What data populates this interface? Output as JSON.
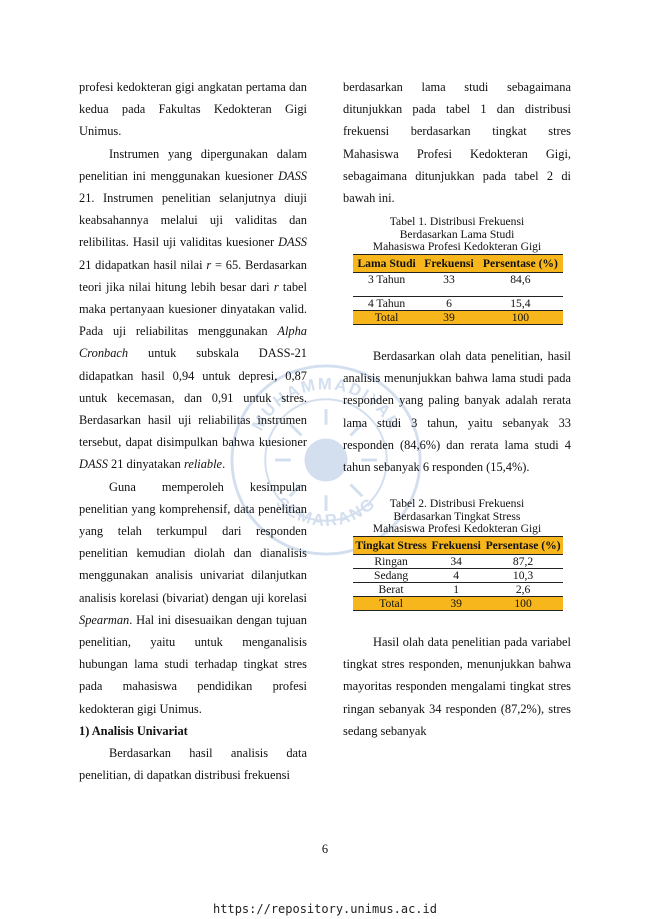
{
  "left_column": {
    "p1": "profesi kedokteran gigi angkatan pertama dan kedua pada Fakultas Kedokteran Gigi Unimus.",
    "p2": {
      "t1": "Instrumen yang dipergunakan dalam penelitian ini menggunakan kuesioner ",
      "i1": "DASS",
      "t2": " 21. Instrumen penelitian selanjutnya diuji keabsahannya melalui uji validitas dan relibilitas. Hasil uji validitas kuesioner ",
      "i2": "DASS",
      "t3": " 21 didapatkan hasil nilai ",
      "i3": "r",
      "t4": " = 65. Berdasarkan teori jika nilai hitung lebih besar dari ",
      "i4": "r",
      "t5": " tabel maka pertanyaan kuesioner dinyatakan valid. Pada uji reliabilitas menggunakan ",
      "i5": "Alpha Cronbach",
      "t6": " untuk subskala DASS-21 didapatkan hasil 0,94 untuk depresi, 0,87 untuk kecemasan, dan 0,91 untuk stres. Berdasarkan hasil uji reliabilitas instrumen tersebut, dapat disimpulkan bahwa kuesioner ",
      "i6": "DASS",
      "t7": " 21 dinyatakan ",
      "i7": "reliable",
      "t8": "."
    },
    "p3": {
      "t1": "Guna memperoleh kesimpulan penelitian yang komprehensif, data penelitian yang telah terkumpul dari responden penelitian kemudian diolah dan dianalisis menggunakan analisis univariat dilanjutkan analisis korelasi (bivariat) dengan uji korelasi ",
      "i1": "Spearman",
      "t2": ". Hal ini disesuaikan dengan tujuan penelitian, yaitu untuk menganalisis hubungan lama studi terhadap tingkat stres pada mahasiswa pendidikan profesi kedokteran gigi Unimus."
    },
    "heading": "1) Analisis Univariat",
    "p4": "Berdasarkan hasil analisis data penelitian, di dapatkan distribusi frekuensi"
  },
  "right_column": {
    "p1": "berdasarkan lama studi sebagaimana ditunjukkan pada tabel 1 dan distribusi frekuensi berdasarkan tingkat stres Mahasiswa Profesi Kedokteran Gigi, sebagaimana ditunjukkan pada tabel 2 di bawah ini.",
    "table1": {
      "caption": [
        "Tabel 1. Distribusi Frekuensi",
        "Berdasarkan Lama Studi",
        "Mahasiswa Profesi Kedokteran Gigi"
      ],
      "headers": [
        "Lama Studi",
        "Frekuensi",
        "Persentase (%)"
      ],
      "rows": [
        [
          "3 Tahun",
          "33",
          "84,6"
        ],
        [
          "4 Tahun",
          "6",
          "15,4"
        ]
      ],
      "total": [
        "Total",
        "39",
        "100"
      ]
    },
    "p2": "Berdasarkan olah data penelitian, hasil analisis menunjukkan bahwa lama studi pada responden yang paling banyak adalah rerata lama studi 3 tahun, yaitu sebanyak 33 responden (84,6%) dan rerata lama studi 4 tahun sebanyak 6 responden (15,4%).",
    "table2": {
      "caption": [
        "Tabel 2. Distribusi Frekuensi",
        "Berdasarkan Tingkat Stress",
        "Mahasiswa Profesi Kedokteran Gigi"
      ],
      "headers": [
        "Tingkat Stress",
        "Frekuensi",
        "Persentase (%)"
      ],
      "rows": [
        [
          "Ringan",
          "34",
          "87,2"
        ],
        [
          "Sedang",
          "4",
          "10,3"
        ],
        [
          "Berat",
          "1",
          "2,6"
        ]
      ],
      "total": [
        "Total",
        "39",
        "100"
      ]
    },
    "p3": "Hasil olah data penelitian pada variabel tingkat stres responden, menunjukkan bahwa mayoritas responden mengalami tingkat stres ringan sebanyak 34 responden (87,2%), stres sedang sebanyak"
  },
  "page_number": "6",
  "footer_url": "https://repository.unimus.ac.id",
  "watermark": {
    "top_text": "MUHAMMADIYAH",
    "bottom_text": "SEMARANG",
    "color": "#3b72b8"
  },
  "accent_color": "#f7b61b"
}
